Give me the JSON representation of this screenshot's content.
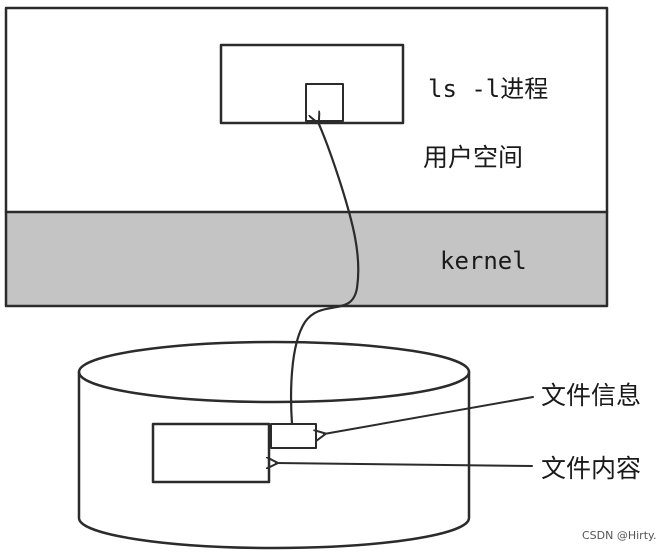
{
  "labels": {
    "process": "ls -l进程",
    "user_space": "用户空间",
    "kernel": "kernel",
    "file_info": "文件信息",
    "file_content": "文件内容",
    "watermark": "CSDN @Hirty."
  },
  "colors": {
    "user_space_fill": "#ffffff",
    "kernel_fill": "#c4c4c4",
    "inode_fill": "#a8dcea",
    "outline": "#2b2b2b"
  }
}
